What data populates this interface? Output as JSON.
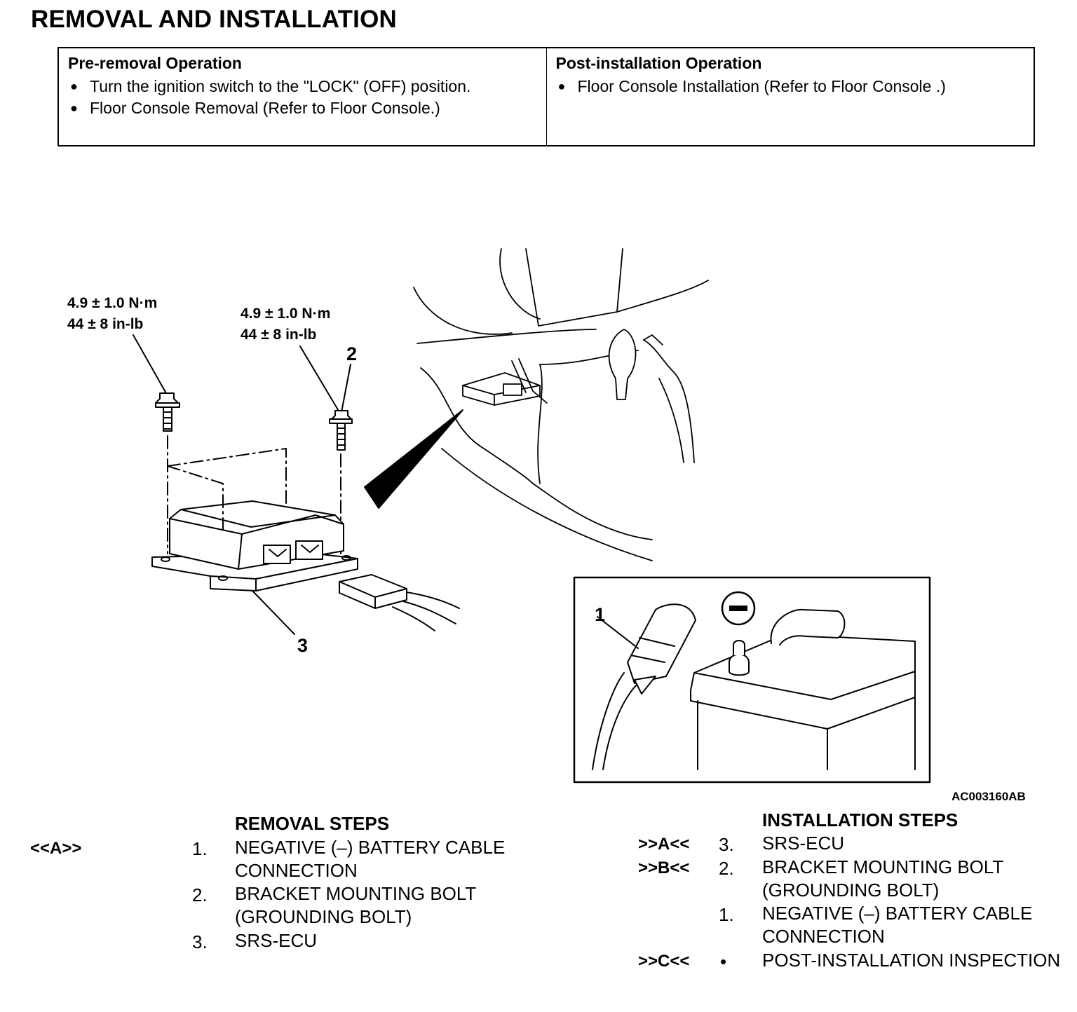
{
  "title": "REMOVAL AND INSTALLATION",
  "operations": {
    "pre": {
      "heading": "Pre-removal Operation",
      "items": [
        "Turn the ignition switch to the \"LOCK\" (OFF) position.",
        "Floor Console Removal (Refer to  Floor  Console.)"
      ]
    },
    "post": {
      "heading": "Post-installation Operation",
      "items": [
        "Floor Console Installation (Refer to  Floor Console .)"
      ]
    }
  },
  "figure": {
    "torque_left": [
      "4.9 ±  1.0 N·m",
      "44 ± 8 in-lb"
    ],
    "torque_right": [
      "4.9 ±  1.0 N·m",
      "44 ± 8 in-lb"
    ],
    "callouts": [
      "1",
      "2",
      "3"
    ],
    "figure_code": "AC003160AB"
  },
  "removal": {
    "heading": "REMOVAL STEPS",
    "steps": [
      {
        "mark": "<<A>>",
        "num": "1.",
        "text": "NEGATIVE (–) BATTERY CABLE CONNECTION"
      },
      {
        "mark": "",
        "num": "2.",
        "text": "BRACKET MOUNTING BOLT (GROUNDING BOLT)"
      },
      {
        "mark": "",
        "num": "3.",
        "text": "SRS-ECU"
      }
    ]
  },
  "installation": {
    "heading": "INSTALLATION STEPS",
    "steps": [
      {
        "mark": ">>A<<",
        "num": "3.",
        "text": "SRS-ECU"
      },
      {
        "mark": ">>B<<",
        "num": "2.",
        "text": "BRACKET MOUNTING BOLT (GROUNDING BOLT)"
      },
      {
        "mark": "",
        "num": "1.",
        "text": "NEGATIVE (–) BATTERY CABLE CONNECTION"
      },
      {
        "mark": ">>C<<",
        "num": "•",
        "text": "POST-INSTALLATION INSPECTION"
      }
    ]
  }
}
